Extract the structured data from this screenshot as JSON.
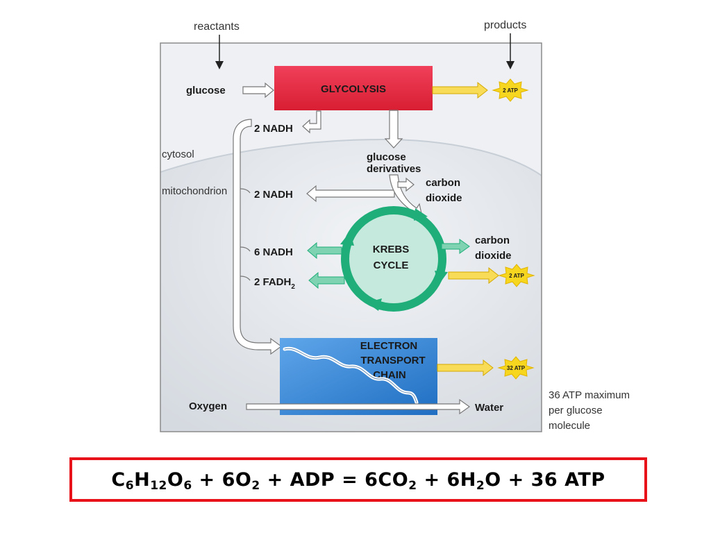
{
  "colors": {
    "glycolysis": "#e8243c",
    "krebs_ring": "#1fae7a",
    "etc": "#2f7fd0",
    "atp_star": "#f6d61e",
    "equation_border": "#e8121a"
  },
  "headers": {
    "reactants": "reactants",
    "products": "products"
  },
  "regions": {
    "cytosol": "cytosol",
    "mitochondrion": "mitochondrion"
  },
  "glycolysis": {
    "label": "GLYCOLYSIS",
    "input": "glucose",
    "atp": "2 ATP",
    "nadh": "2 NADH"
  },
  "derivatives": {
    "line1": "glucose",
    "line2": "derivatives"
  },
  "co2_top": {
    "line1": "carbon",
    "line2": "dioxide"
  },
  "nadh_mid": "2 NADH",
  "krebs": {
    "line1": "KREBS",
    "line2": "CYCLE",
    "nadh": "6 NADH",
    "fadh_main": "2 FADH",
    "fadh_sub": "2",
    "co2_line1": "carbon",
    "co2_line2": "dioxide",
    "atp": "2 ATP"
  },
  "etc": {
    "line1": "ELECTRON",
    "line2": "TRANSPORT",
    "line3": "CHAIN",
    "atp": "32 ATP",
    "input": "Oxygen",
    "output": "Water"
  },
  "note": {
    "line1": "36 ATP maximum",
    "line2": "per glucose",
    "line3": "molecule"
  },
  "equation": {
    "c": "C",
    "c_sub": "6",
    "h": "H",
    "h_sub": "12",
    "o": "O",
    "o_sub": "6",
    "plus1": " + ",
    "o2": "6O",
    "o2_sub": "2",
    "plus2": " + ADP = ",
    "co2": "6CO",
    "co2_sub": "2",
    "plus3": " + ",
    "h2o_h": "6H",
    "h2o_sub": "2",
    "h2o_o": "O",
    "tail": " + 36 ATP"
  }
}
